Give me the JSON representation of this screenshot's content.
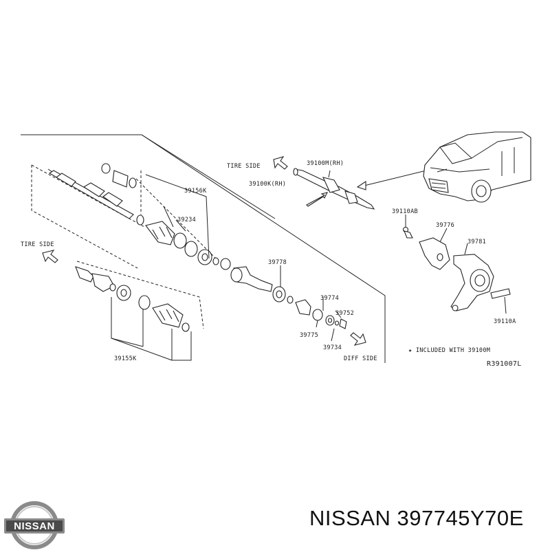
{
  "diagram": {
    "labels": {
      "p39156k": "39156K",
      "p39234": "39234",
      "p39100k": "39100K(RH)",
      "p39100m": "39100M(RH)",
      "p39778": "39778",
      "p39774": "39774",
      "p39752": "39752",
      "p39775": "39775",
      "p39734": "39734",
      "p39155k": "39155K",
      "p39110ab": "39110AB",
      "p39776": "39776",
      "p39781": "39781",
      "p39110a": "39110A",
      "tire_side_left": "TIRE SIDE",
      "tire_side_top": "TIRE SIDE",
      "diff_side": "DIFF SIDE",
      "note": "★ INCLUDED WITH 39100M",
      "ref_code": "R391007L"
    }
  },
  "footer": {
    "brand_logo": "NISSAN",
    "part_caption": "NISSAN 397745Y70E"
  },
  "colors": {
    "line": "#222222",
    "logo_badge": "#8a8a8a",
    "logo_band": "#4a4a4a"
  }
}
